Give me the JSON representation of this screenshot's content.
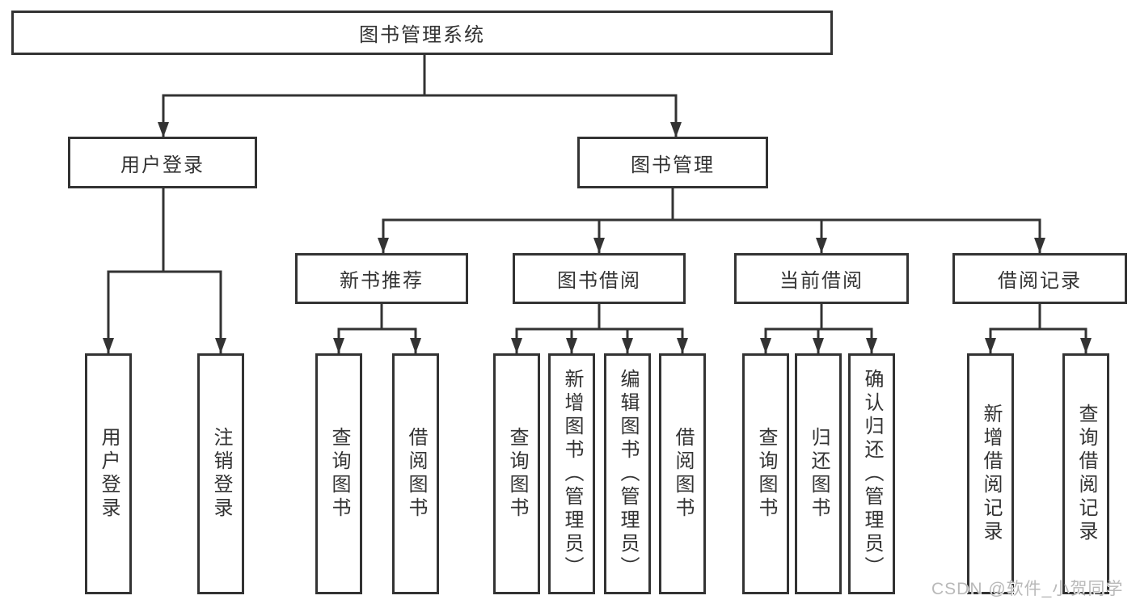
{
  "diagram_title": "图书管理系统",
  "nodes": {
    "root": "图书管理系统",
    "user_login": "用户登录",
    "book_management": "图书管理",
    "new_book_recommend": "新书推荐",
    "book_borrowing": "图书借阅",
    "current_borrowing": "当前借阅",
    "borrowing_records": "借阅记录",
    "leaf_user_login": "用户登录",
    "leaf_logout": "注销登录",
    "leaf_nbr_query_books": "查询图书",
    "leaf_nbr_borrow_books": "借阅图书",
    "leaf_bb_query_books": "查询图书",
    "leaf_bb_add_books": "新增图书（管理员）",
    "leaf_bb_edit_books": "编辑图书（管理员）",
    "leaf_bb_borrow_books": "借阅图书",
    "leaf_cb_query_books": "查询图书",
    "leaf_cb_return_books": "归还图书",
    "leaf_cb_confirm_return": "确认归还（管理员）",
    "leaf_br_add_record": "新增借阅记录",
    "leaf_br_query_record": "查询借阅记录"
  },
  "watermark": "CSDN @软件_小贺同学",
  "colors": {
    "line": "#333333",
    "text": "#333333",
    "box_background": "#ffffff",
    "watermark": "#b9b9b9",
    "background": "#ffffff"
  }
}
